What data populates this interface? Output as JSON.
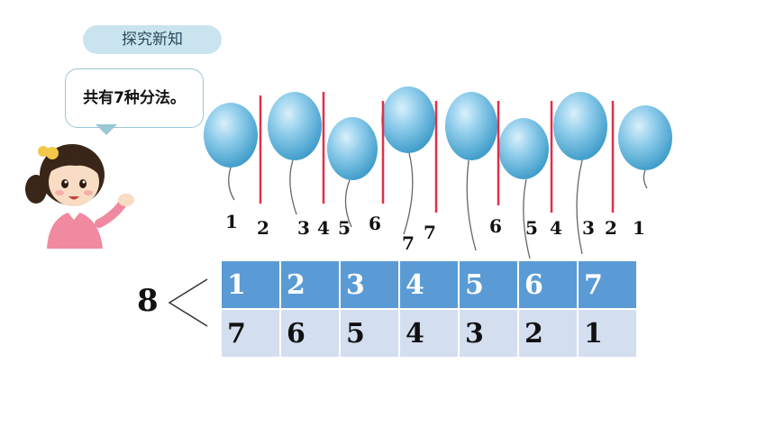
{
  "header": {
    "tag_label": "探究新知"
  },
  "speech": {
    "text": "共有7种分法。"
  },
  "balloons": {
    "left_counts": [
      "1",
      "2",
      "3",
      "4",
      "5",
      "6",
      "7"
    ],
    "right_counts": [
      "7",
      "6",
      "5",
      "4",
      "3",
      "2",
      "1"
    ]
  },
  "decomposition": {
    "total": "8",
    "top_row": [
      "1",
      "2",
      "3",
      "4",
      "5",
      "6",
      "7"
    ],
    "bottom_row": [
      "7",
      "6",
      "5",
      "4",
      "3",
      "2",
      "1"
    ]
  },
  "colors": {
    "balloon": "#7fc3e6",
    "divider": "#e0304a",
    "table_top": "#5b9bd5",
    "table_bottom": "#d3deef"
  }
}
